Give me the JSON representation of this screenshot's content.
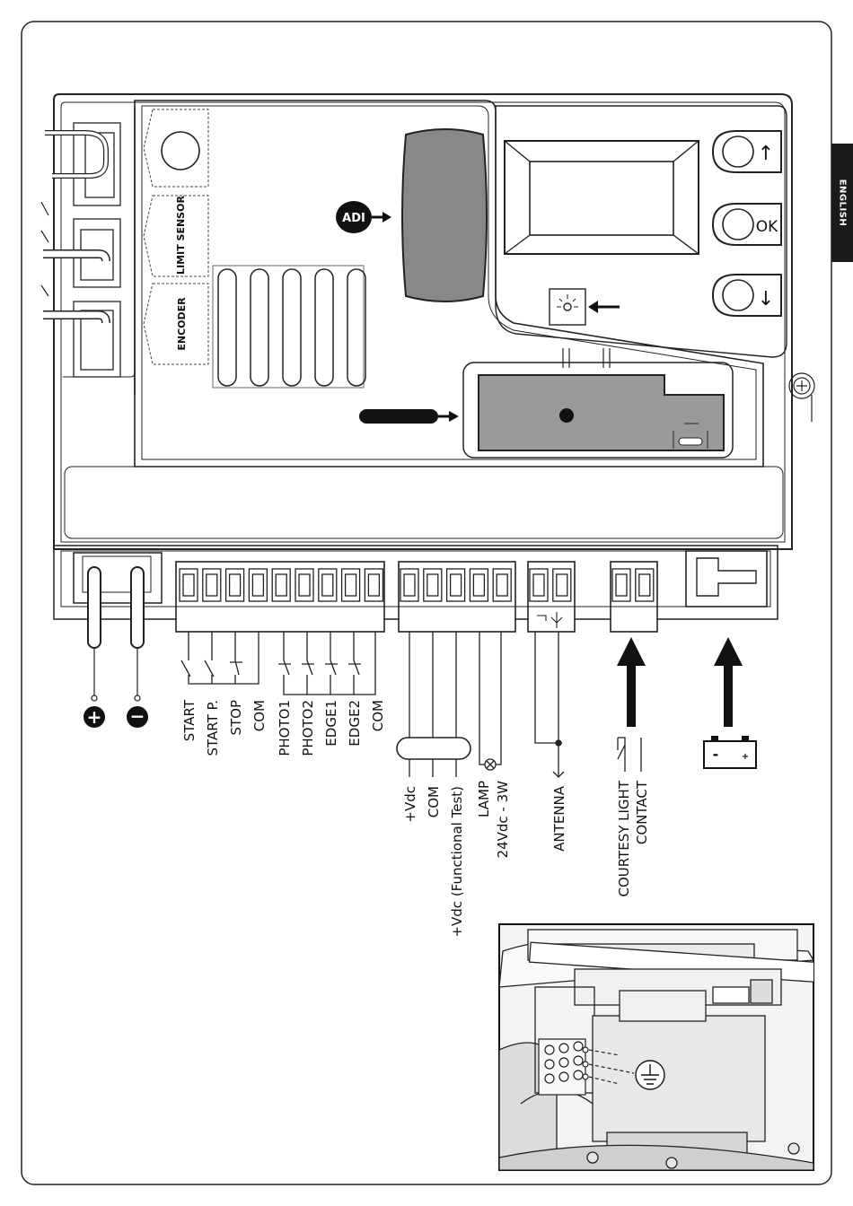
{
  "language_tab": "ENGLISH",
  "board": {
    "connector_labels": [
      "LIMIT SENSOR",
      "ENCODER"
    ],
    "adi_badge": "ADI",
    "ok_button": "OK",
    "up_symbol": "↑",
    "down_symbol": "↓"
  },
  "power": {
    "plus": "+",
    "minus": "−"
  },
  "inputs": {
    "group1": [
      "START",
      "START P.",
      "STOP",
      "COM"
    ],
    "group2": [
      "PHOTO1",
      "PHOTO2",
      "EDGE1",
      "EDGE2",
      "COM"
    ]
  },
  "outputs": {
    "vdc": "+Vdc",
    "com": "COM",
    "vdc_test": "+Vdc (Functional Test)",
    "lamp_line1": "LAMP",
    "lamp_line2": "24Vdc - 3W",
    "antenna": "ANTENNA",
    "courtesy_line1": "COURTESY LIGHT",
    "courtesy_line2": "CONTACT"
  },
  "battery": {
    "minus": "-",
    "plus": "+"
  }
}
